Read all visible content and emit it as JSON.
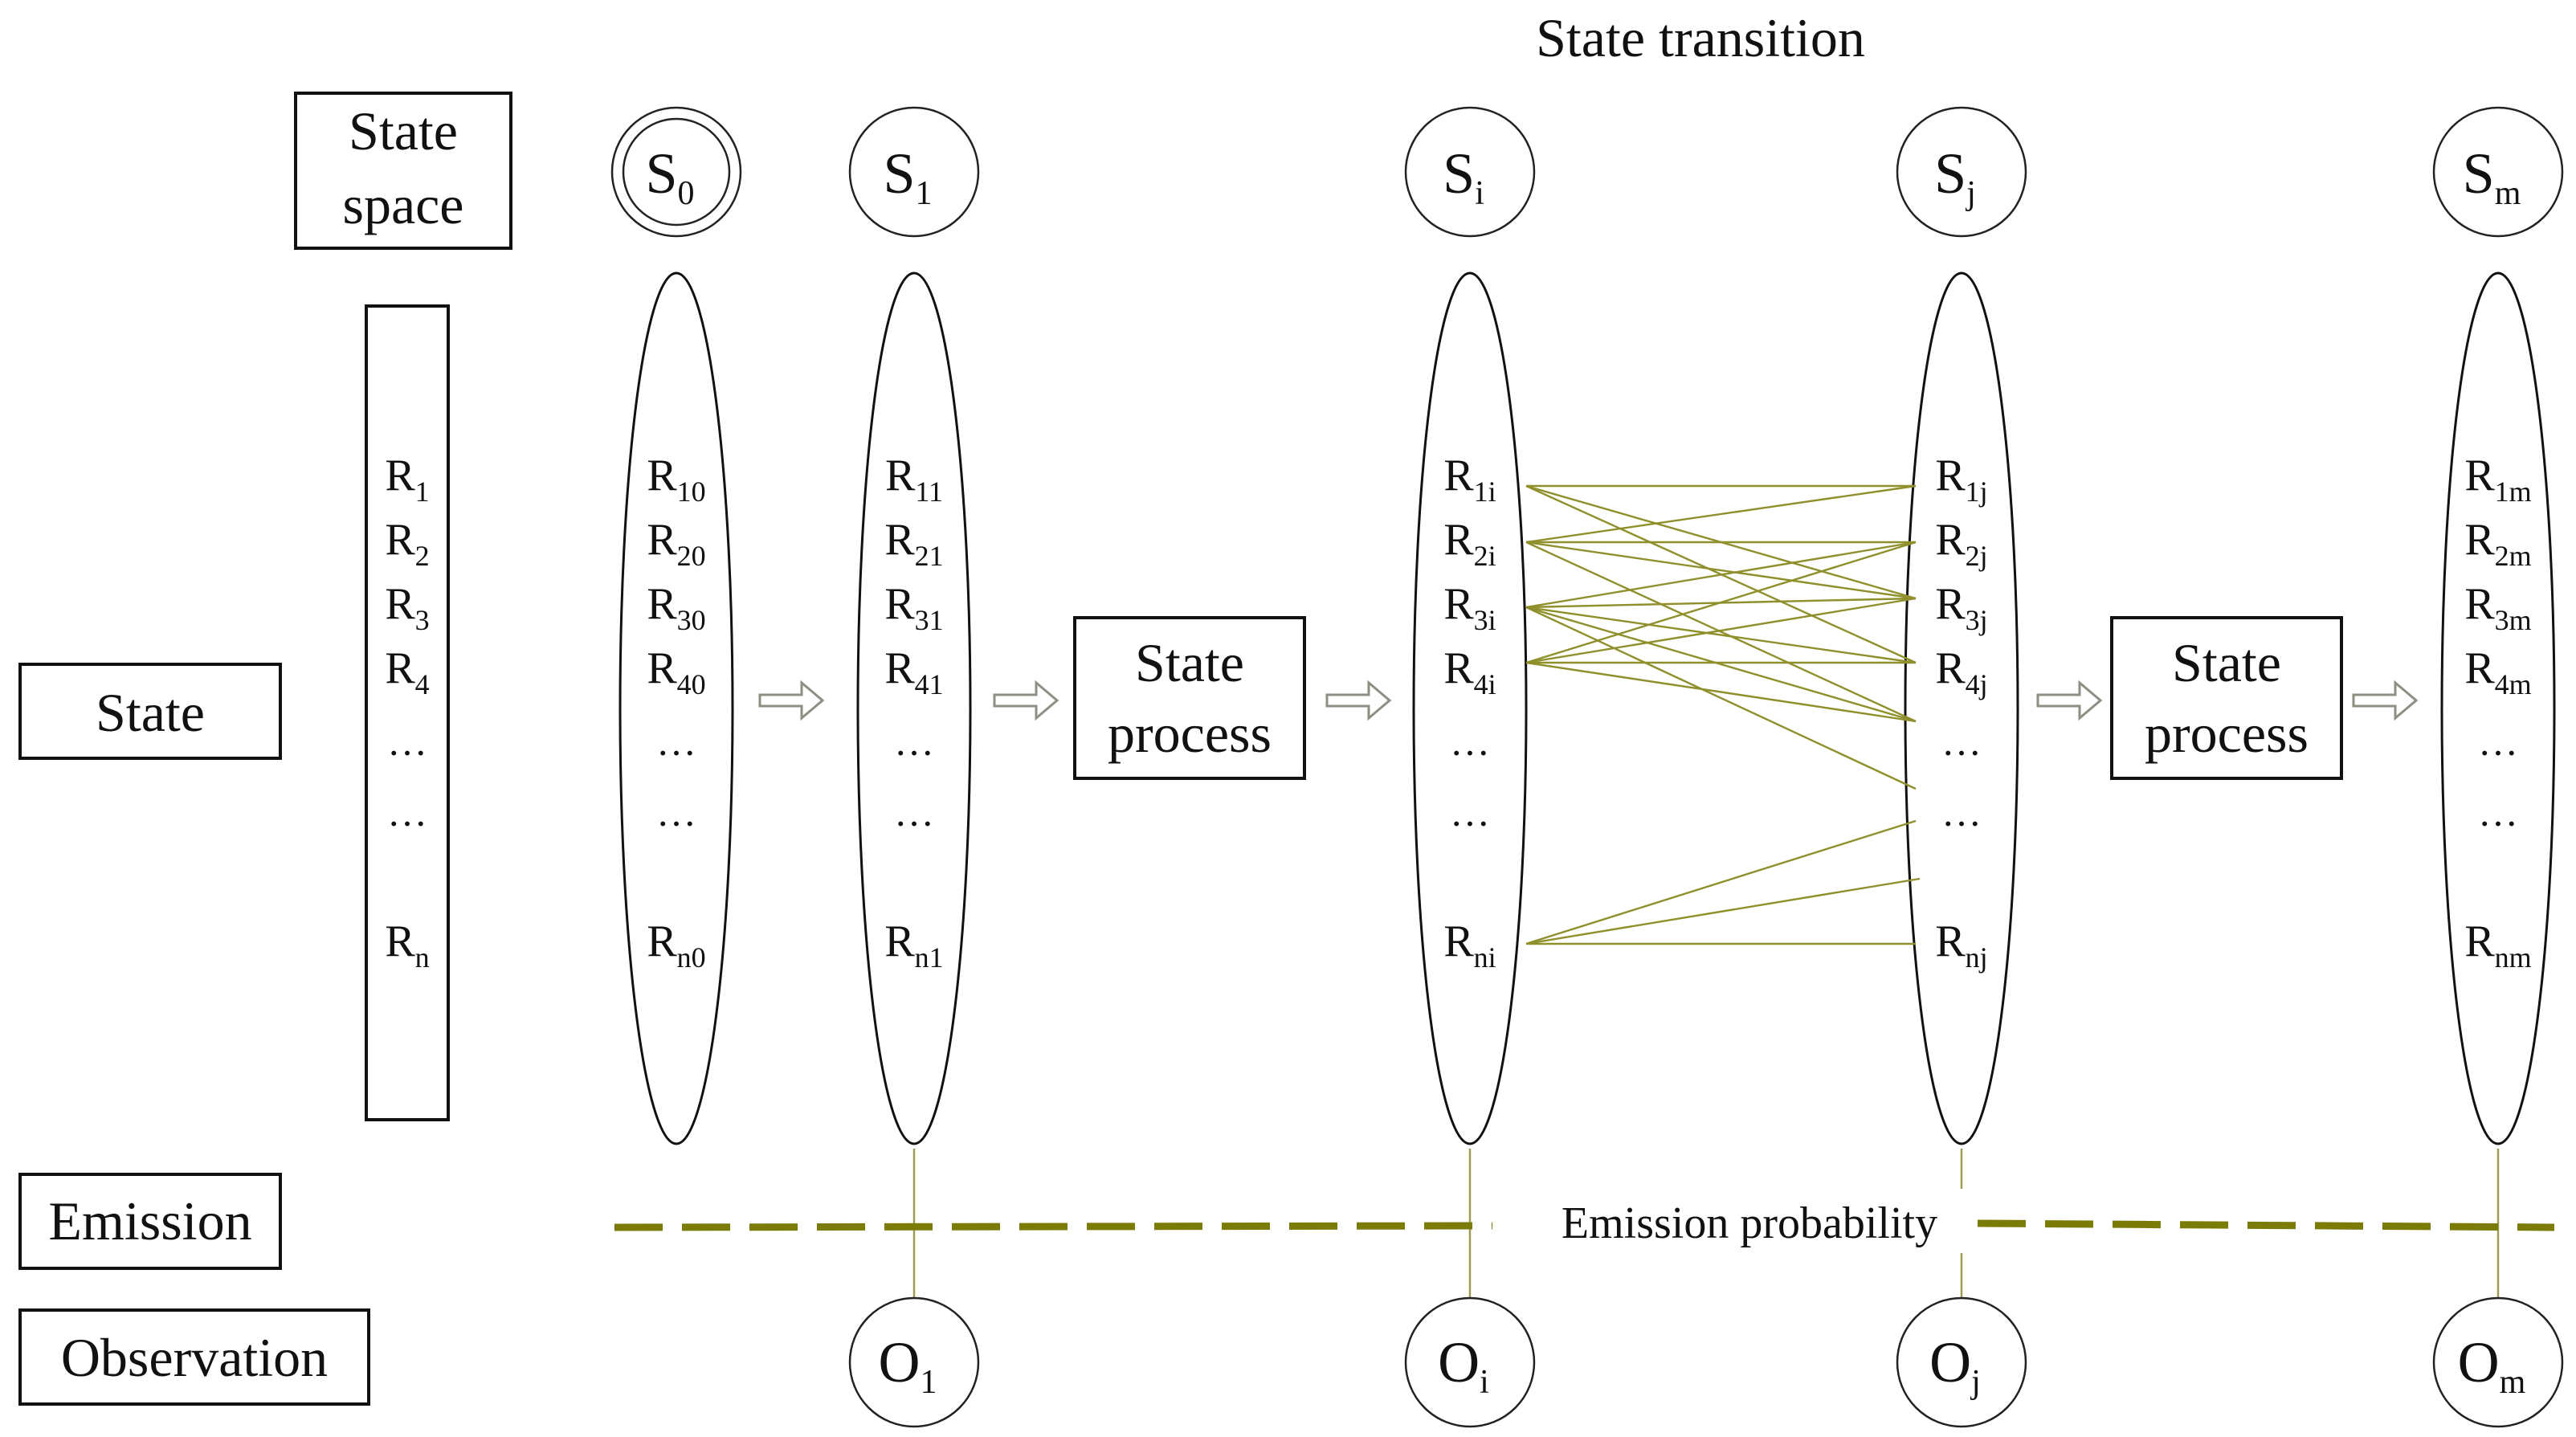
{
  "labels": {
    "state_space": [
      "State",
      "space"
    ],
    "state": "State",
    "emission": "Emission",
    "observation": "Observation",
    "state_transition": "State transition",
    "emission_probability": "Emission probability",
    "state_process": [
      "State",
      "process"
    ]
  },
  "states": [
    {
      "base": "S",
      "sub": "0",
      "initial": true
    },
    {
      "base": "S",
      "sub": "1"
    },
    {
      "base": "S",
      "sub": "i"
    },
    {
      "base": "S",
      "sub": "j"
    },
    {
      "base": "S",
      "sub": "m"
    }
  ],
  "state_column": {
    "items": [
      {
        "base": "R",
        "sub": "1"
      },
      {
        "base": "R",
        "sub": "2"
      },
      {
        "base": "R",
        "sub": "3"
      },
      {
        "base": "R",
        "sub": "4"
      },
      {
        "base": "…",
        "sub": ""
      },
      {
        "base": "…",
        "sub": ""
      },
      {
        "base": "R",
        "sub": "n"
      }
    ]
  },
  "ovals": [
    {
      "items": [
        {
          "base": "R",
          "sub": "10"
        },
        {
          "base": "R",
          "sub": "20"
        },
        {
          "base": "R",
          "sub": "30"
        },
        {
          "base": "R",
          "sub": "40"
        },
        {
          "base": "…",
          "sub": ""
        },
        {
          "base": "…",
          "sub": ""
        },
        {
          "base": "R",
          "sub": "n0"
        }
      ]
    },
    {
      "items": [
        {
          "base": "R",
          "sub": "11"
        },
        {
          "base": "R",
          "sub": "21"
        },
        {
          "base": "R",
          "sub": "31"
        },
        {
          "base": "R",
          "sub": "41"
        },
        {
          "base": "…",
          "sub": ""
        },
        {
          "base": "…",
          "sub": ""
        },
        {
          "base": "R",
          "sub": "n1"
        }
      ]
    },
    {
      "items": [
        {
          "base": "R",
          "sub": "1i"
        },
        {
          "base": "R",
          "sub": "2i"
        },
        {
          "base": "R",
          "sub": "3i"
        },
        {
          "base": "R",
          "sub": "4i"
        },
        {
          "base": "…",
          "sub": ""
        },
        {
          "base": "…",
          "sub": ""
        },
        {
          "base": "R",
          "sub": "ni"
        }
      ]
    },
    {
      "items": [
        {
          "base": "R",
          "sub": "1j"
        },
        {
          "base": "R",
          "sub": "2j"
        },
        {
          "base": "R",
          "sub": "3j"
        },
        {
          "base": "R",
          "sub": "4j"
        },
        {
          "base": "…",
          "sub": ""
        },
        {
          "base": "…",
          "sub": ""
        },
        {
          "base": "R",
          "sub": "nj"
        }
      ]
    },
    {
      "items": [
        {
          "base": "R",
          "sub": "1m"
        },
        {
          "base": "R",
          "sub": "2m"
        },
        {
          "base": "R",
          "sub": "3m"
        },
        {
          "base": "R",
          "sub": "4m"
        },
        {
          "base": "…",
          "sub": ""
        },
        {
          "base": "…",
          "sub": ""
        },
        {
          "base": "R",
          "sub": "nm"
        }
      ]
    }
  ],
  "observations": [
    {
      "base": "O",
      "sub": "1"
    },
    {
      "base": "O",
      "sub": "i"
    },
    {
      "base": "O",
      "sub": "j"
    },
    {
      "base": "O",
      "sub": "m"
    }
  ],
  "colors": {
    "transition": "#8f8f2c",
    "emission_dash": "#7b7b08",
    "arrow": "#8e8e82"
  }
}
